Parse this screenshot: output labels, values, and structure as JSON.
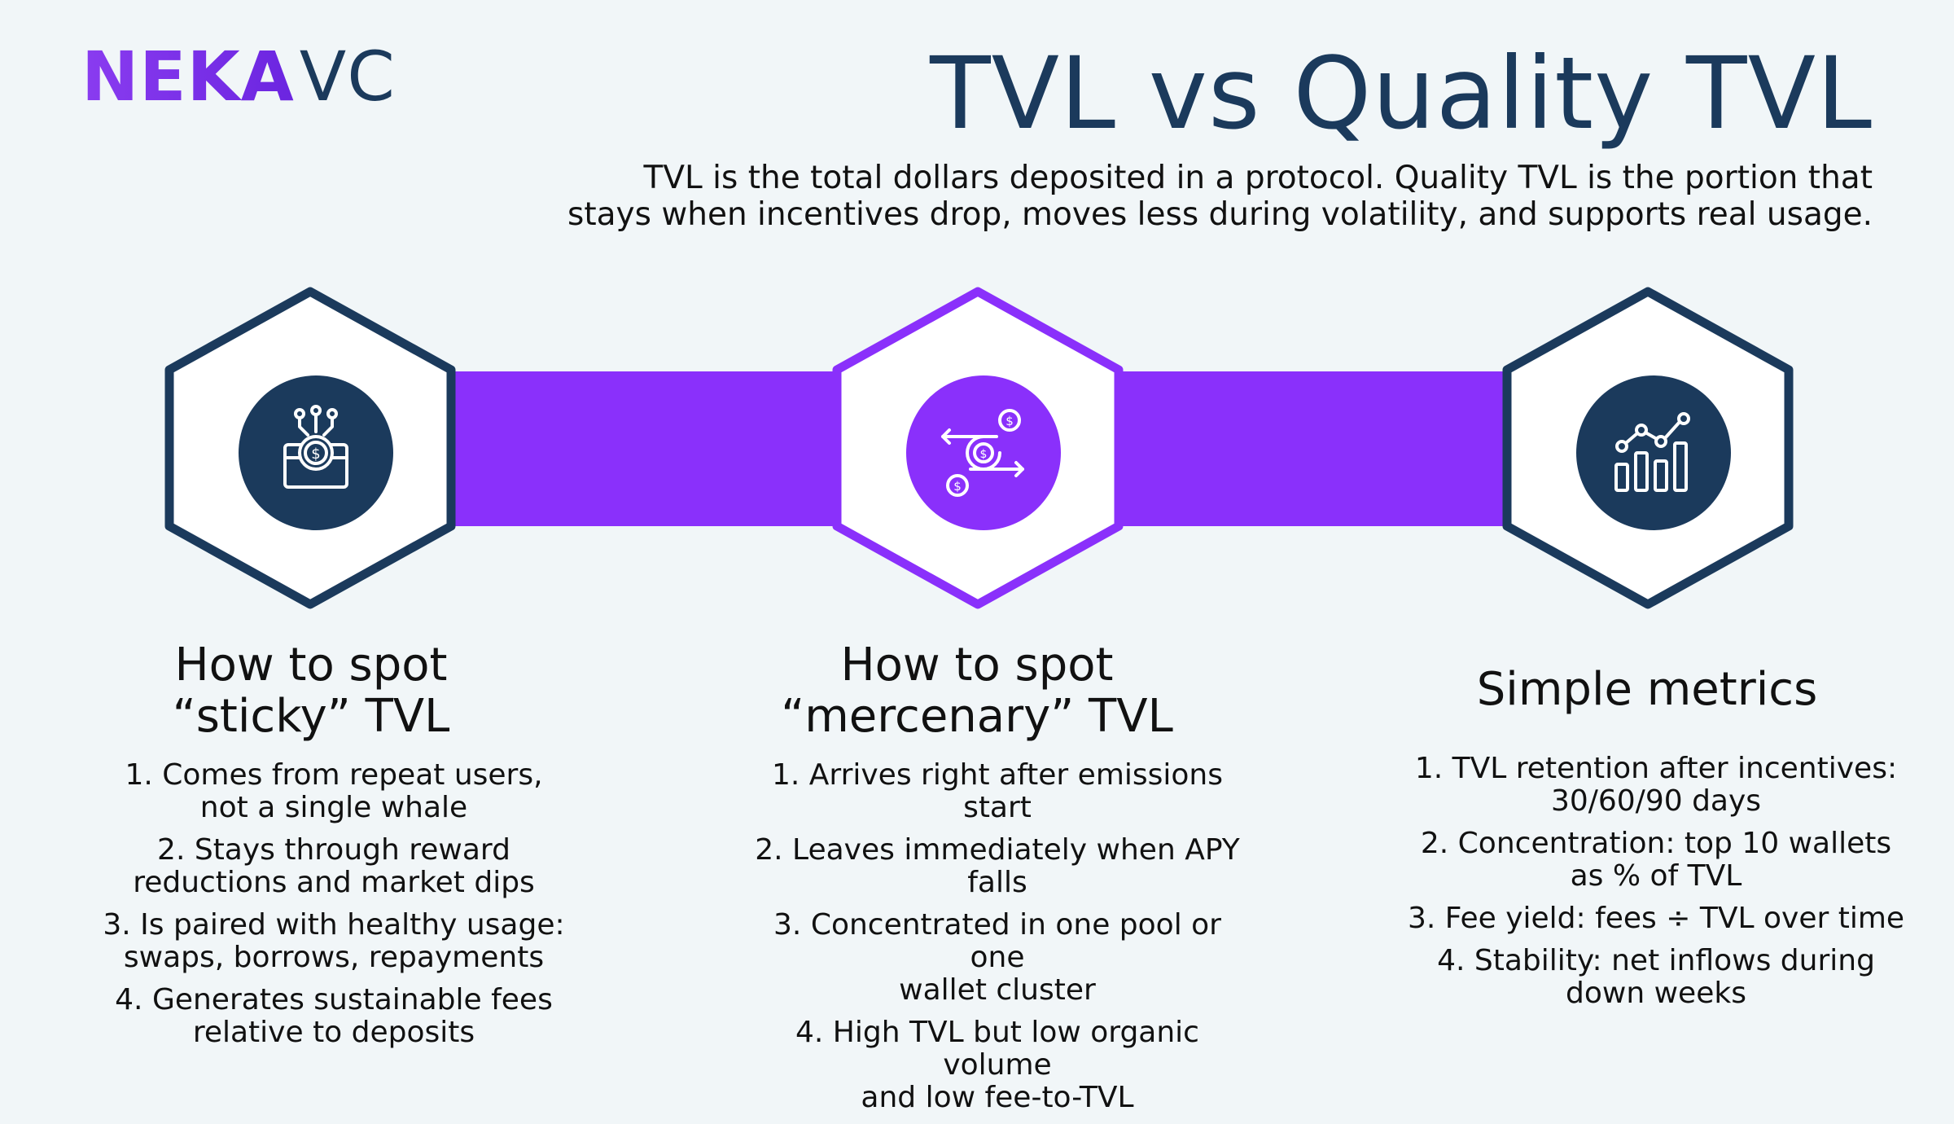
{
  "brand": {
    "name_bold": "NEKA",
    "name_light": "VC",
    "accent": "#8a30fb",
    "navy": "#1b3a5c"
  },
  "header": {
    "title": "TVL vs Quality TVL",
    "subtitle_line1": "TVL is the total dollars deposited in a protocol. Quality TVL is the portion that",
    "subtitle_line2": "stays when incentives drop, moves less during volatility, and supports real usage."
  },
  "columns": [
    {
      "icon": "wallet-coin-icon",
      "title_line1": "How to spot",
      "title_line2": "“sticky” TVL",
      "items": [
        [
          "1. Comes from repeat users,",
          "not a single whale"
        ],
        [
          "2. Stays through reward",
          "reductions and market dips"
        ],
        [
          "3. Is paired with healthy usage:",
          "swaps, borrows, repayments"
        ],
        [
          "4. Generates sustainable fees",
          "relative to deposits"
        ]
      ]
    },
    {
      "icon": "coin-swap-icon",
      "title_line1": "How to spot",
      "title_line2": "“mercenary” TVL",
      "items": [
        [
          "1. Arrives right after emissions start"
        ],
        [
          "2. Leaves immediately when APY falls"
        ],
        [
          "3. Concentrated in one pool or one",
          "wallet cluster"
        ],
        [
          "4. High TVL but low organic volume",
          "and low fee-to-TVL"
        ]
      ]
    },
    {
      "icon": "bar-chart-icon",
      "title_line1": "Simple metrics",
      "items": [
        [
          "1. TVL retention after incentives:",
          "30/60/90 days"
        ],
        [
          "2. Concentration: top 10 wallets",
          "as % of TVL"
        ],
        [
          "3. Fee yield: fees ÷ TVL over time"
        ],
        [
          "4. Stability: net inflows during",
          "down weeks"
        ]
      ]
    }
  ]
}
